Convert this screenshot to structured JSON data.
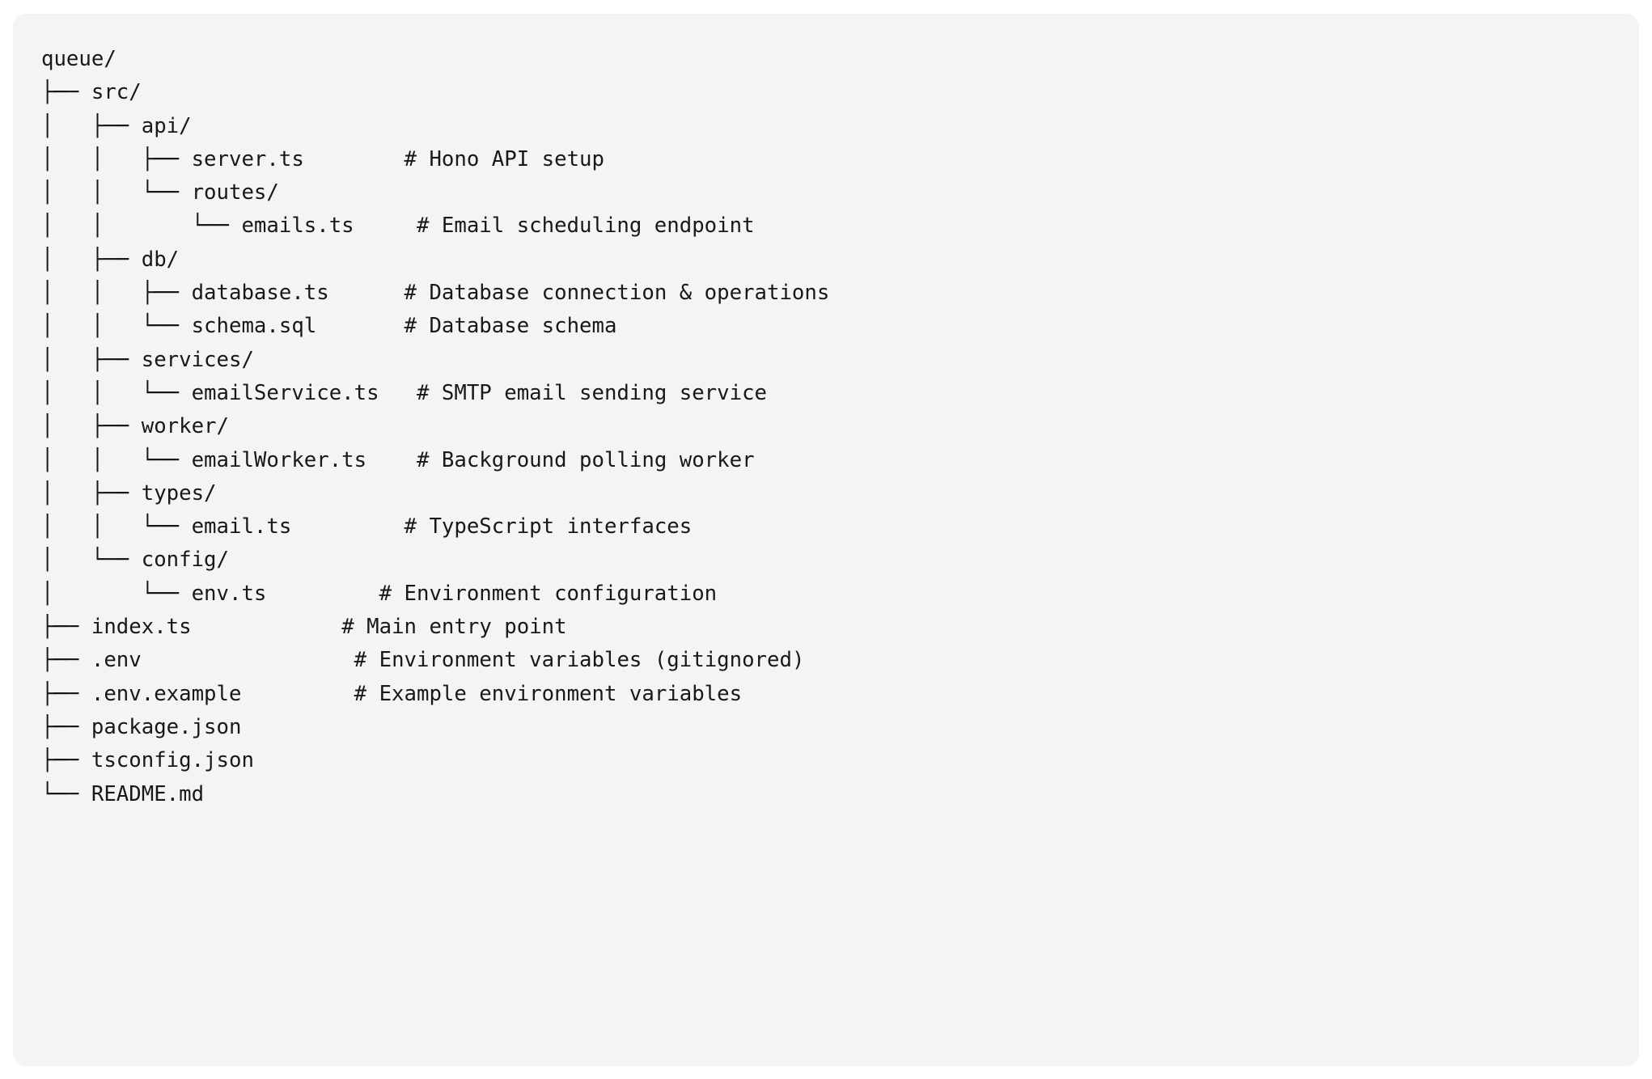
{
  "panel": {
    "background_color": "#f4f4f4",
    "page_background_color": "#ffffff",
    "text_color": "#18181b",
    "corner_radius": "16px"
  },
  "tree": {
    "root_label": "queue/",
    "comment_marker": "#",
    "lines": [
      {
        "prefix": "",
        "name": "queue/",
        "gap": "",
        "comment": ""
      },
      {
        "prefix": "├── ",
        "name": "src/",
        "gap": "",
        "comment": ""
      },
      {
        "prefix": "│   ├── ",
        "name": "api/",
        "gap": "",
        "comment": ""
      },
      {
        "prefix": "│   │   ├── ",
        "name": "server.ts",
        "gap": "        ",
        "comment": "# Hono API setup"
      },
      {
        "prefix": "│   │   └── ",
        "name": "routes/",
        "gap": "",
        "comment": ""
      },
      {
        "prefix": "│   │       └── ",
        "name": "emails.ts",
        "gap": "     ",
        "comment": "# Email scheduling endpoint"
      },
      {
        "prefix": "│   ├── ",
        "name": "db/",
        "gap": "",
        "comment": ""
      },
      {
        "prefix": "│   │   ├── ",
        "name": "database.ts",
        "gap": "      ",
        "comment": "# Database connection & operations"
      },
      {
        "prefix": "│   │   └── ",
        "name": "schema.sql",
        "gap": "       ",
        "comment": "# Database schema"
      },
      {
        "prefix": "│   ├── ",
        "name": "services/",
        "gap": "",
        "comment": ""
      },
      {
        "prefix": "│   │   └── ",
        "name": "emailService.ts",
        "gap": "   ",
        "comment": "# SMTP email sending service"
      },
      {
        "prefix": "│   ├── ",
        "name": "worker/",
        "gap": "",
        "comment": ""
      },
      {
        "prefix": "│   │   └── ",
        "name": "emailWorker.ts",
        "gap": "    ",
        "comment": "# Background polling worker"
      },
      {
        "prefix": "│   ├── ",
        "name": "types/",
        "gap": "",
        "comment": ""
      },
      {
        "prefix": "│   │   └── ",
        "name": "email.ts",
        "gap": "         ",
        "comment": "# TypeScript interfaces"
      },
      {
        "prefix": "│   └── ",
        "name": "config/",
        "gap": "",
        "comment": ""
      },
      {
        "prefix": "│       └── ",
        "name": "env.ts",
        "gap": "         ",
        "comment": "# Environment configuration"
      },
      {
        "prefix": "├── ",
        "name": "index.ts",
        "gap": "            ",
        "comment": "# Main entry point"
      },
      {
        "prefix": "├── ",
        "name": ".env",
        "gap": "                 ",
        "comment": "# Environment variables (gitignored)"
      },
      {
        "prefix": "├── ",
        "name": ".env.example",
        "gap": "         ",
        "comment": "# Example environment variables"
      },
      {
        "prefix": "├── ",
        "name": "package.json",
        "gap": "",
        "comment": ""
      },
      {
        "prefix": "├── ",
        "name": "tsconfig.json",
        "gap": "",
        "comment": ""
      },
      {
        "prefix": "└── ",
        "name": "README.md",
        "gap": "",
        "comment": ""
      }
    ]
  },
  "file_comments": {
    "server.ts": "# Hono API setup",
    "emails.ts": "# Email scheduling endpoint",
    "database.ts": "# Database connection & operations",
    "schema.sql": "# Database schema",
    "emailService.ts": "# SMTP email sending service",
    "emailWorker.ts": "# Background polling worker",
    "email.ts": "# TypeScript interfaces",
    "env.ts": "# Environment configuration",
    "index.ts": "# Main entry point",
    ".env": "# Environment variables (gitignored)",
    ".env.example": "# Example environment variables"
  }
}
